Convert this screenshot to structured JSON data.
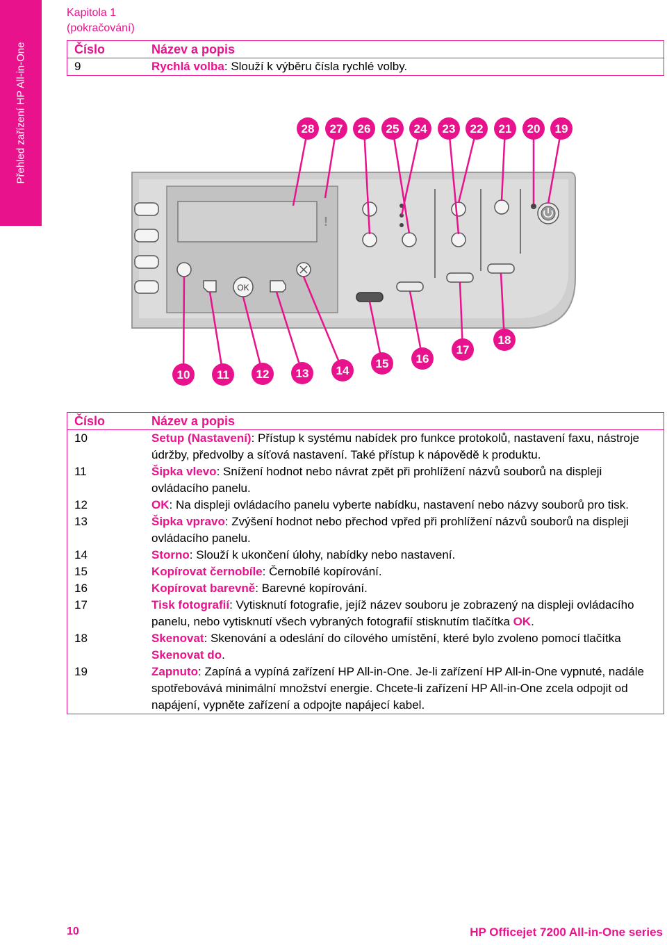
{
  "side_tab": "Přehled zařízení HP All-in-One",
  "chapter": {
    "line1": "Kapitola 1",
    "line2": "(pokračování)"
  },
  "table_top": {
    "col_number": "Číslo",
    "col_name": "Název a popis",
    "rows": [
      {
        "number": "9",
        "term": "Rychlá volba",
        "desc": ": Slouží k výběru čísla rychlé volby."
      }
    ]
  },
  "figure": {
    "top_callouts": [
      "28",
      "27",
      "26",
      "25",
      "24",
      "23",
      "22",
      "21",
      "20",
      "19"
    ],
    "bottom_callouts": [
      "10",
      "11",
      "12",
      "13",
      "14",
      "15",
      "16",
      "17",
      "18"
    ],
    "ok_label": "OK",
    "warning_glyph": "!"
  },
  "table_main": {
    "col_number": "Číslo",
    "col_name": "Název a popis",
    "rows": [
      {
        "number": "10",
        "term": "Setup (Nastavení)",
        "desc": ": Přístup k systému nabídek pro funkce protokolů, nastavení faxu, nástroje údržby, předvolby a síťová nastavení. Také přístup k nápovědě k produktu."
      },
      {
        "number": "11",
        "term": "Šipka vlevo",
        "desc": ": Snížení hodnot nebo návrat zpět při prohlížení názvů souborů na displeji ovládacího panelu."
      },
      {
        "number": "12",
        "term": "OK",
        "desc": ": Na displeji ovládacího panelu vyberte nabídku, nastavení nebo názvy souborů pro tisk."
      },
      {
        "number": "13",
        "term": "Šipka vpravo",
        "desc": ": Zvýšení hodnot nebo přechod vpřed při prohlížení názvů souborů na displeji ovládacího panelu."
      },
      {
        "number": "14",
        "term": "Storno",
        "desc": ": Slouží k ukončení úlohy, nabídky nebo nastavení."
      },
      {
        "number": "15",
        "term": "Kopírovat černobíle",
        "desc": ": Černobílé kopírování."
      },
      {
        "number": "16",
        "term": "Kopírovat barevně",
        "desc": ": Barevné kopírování."
      },
      {
        "number": "17",
        "term": "Tisk fotografií",
        "desc_a": ": Vytisknutí fotografie, jejíž název souboru je zobrazený na displeji ovládacího panelu, nebo vytisknutí všech vybraných fotografií stisknutím tlačítka ",
        "term2": "OK",
        "desc_b": "."
      },
      {
        "number": "18",
        "term": "Skenovat",
        "desc_a": ": Skenování a odeslání do cílového umístění, které bylo zvoleno pomocí tlačítka ",
        "term2": "Skenovat do",
        "desc_b": "."
      },
      {
        "number": "19",
        "term": "Zapnuto",
        "desc": ": Zapíná a vypíná zařízení HP All-in-One. Je-li zařízení HP All-in-One vypnuté, nadále spotřebovává minimální množství energie. Chcete-li zařízení HP All-in-One zcela odpojit od napájení, vypněte zařízení a odpojte napájecí kabel."
      }
    ]
  },
  "footer": {
    "page": "10",
    "product": "HP Officejet 7200 All-in-One series"
  },
  "colors": {
    "accent": "#e8128c",
    "panel": "#cfcfcf",
    "panel_dark": "#8a8a8a"
  }
}
